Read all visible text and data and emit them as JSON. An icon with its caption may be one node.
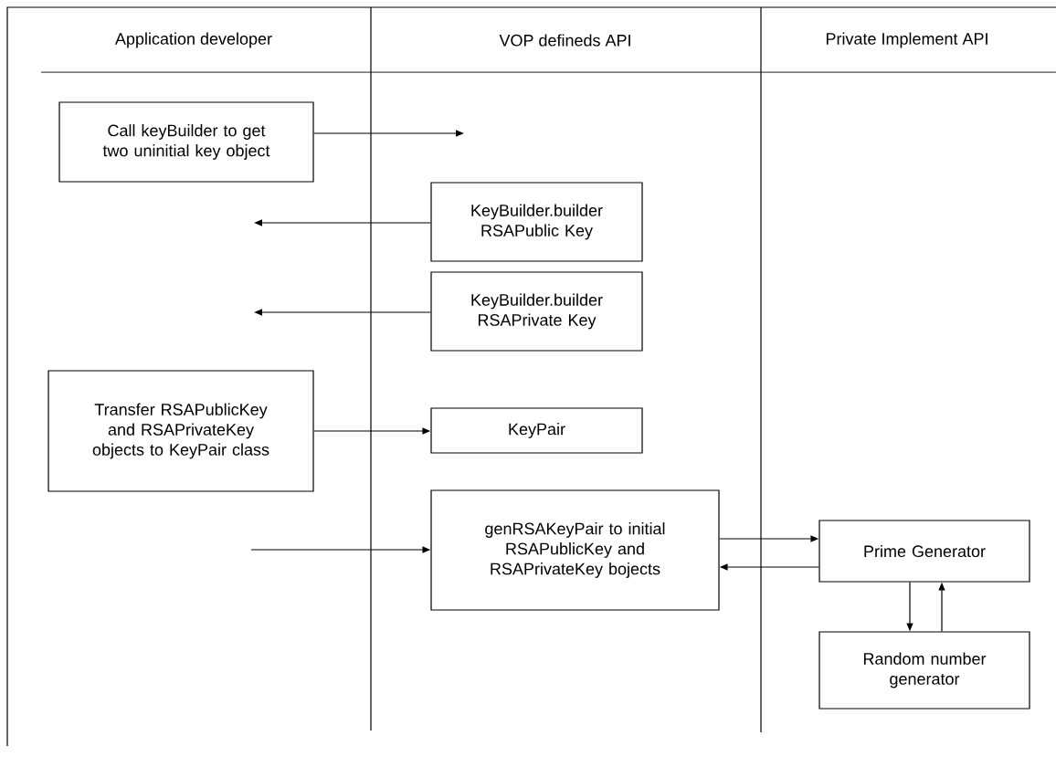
{
  "diagram": {
    "nodes": [
      {
        "text": [
          "Call keyBuilder to get two uninitial key object"
        ]
      },
      {
        "text": [
          "KeyBuilder.builder RSAPublic Key"
        ]
      },
      {
        "text": [
          "KeyBuilder.builder RSAPrivate Key"
        ]
      },
      {
        "text": [
          "Transfer RSAPublicKey and RSAPrivateKey objects to KeyPair class"
        ]
      },
      {
        "text": [
          "KeyPair"
        ]
      },
      {
        "text": [
          "genRSAKeyPair to initial RSAPublicKey and RSAPrivateKey bojects"
        ]
      },
      {
        "text": [
          "Prime Generator"
        ]
      },
      {
        "text": [
          "Random number generator"
        ]
      }
    ],
    "edges": [
      {
        "from": 0,
        "to": null,
        "arrow": "to"
      },
      {
        "from": 1,
        "to": null,
        "arrow": "to"
      },
      {
        "from": 2,
        "to": null,
        "arrow": "to"
      },
      {
        "from": 3,
        "to": 4,
        "arrow": "to"
      },
      {
        "from": null,
        "to": 5,
        "arrow": "to"
      },
      {
        "from": 5,
        "to": 6,
        "arrow": "to"
      },
      {
        "from": 6,
        "to": 5,
        "arrow": "to"
      },
      {
        "from": 6,
        "to": 7,
        "arrow": "to"
      },
      {
        "from": 7,
        "to": 6,
        "arrow": "to"
      }
    ],
    "labels": [
      "Application developer",
      "VOP defineds API",
      "Private Implement API"
    ]
  }
}
